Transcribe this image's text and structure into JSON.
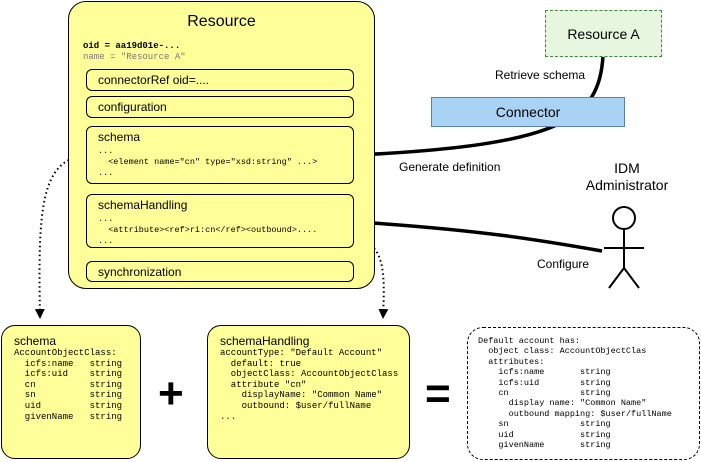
{
  "resource": {
    "title": "Resource",
    "oid_line": "oid = aa19d01e-...",
    "name_line": "name = \"Resource A\"",
    "connector_ref": "connectorRef oid=....",
    "configuration": "configuration",
    "schema": {
      "label": "schema",
      "code": "...\n  <element name=\"cn\" type=\"xsd:string\" ...>\n..."
    },
    "schema_handling": {
      "label": "schemaHandling",
      "code": "...\n  <attribute><ref>ri:cn</ref><outbound>....\n..."
    },
    "synchronization": "synchronization"
  },
  "resource_a": "Resource A",
  "connector": "Connector",
  "labels": {
    "retrieve_schema": "Retrieve schema",
    "generate_definition": "Generate definition",
    "configure": "Configure",
    "idm_line1": "IDM",
    "idm_line2": "Administrator"
  },
  "schema_box": {
    "title": "schema",
    "body": "AccountObjectClass:\n  icfs:name   string\n  icfs:uid    string\n  cn          string\n  sn          string\n  uid         string\n  givenName   string"
  },
  "handling_box": {
    "title": "schemaHandling",
    "body": "accountType: \"Default Account\"\n  default: true\n  objectClass: AccountObjectClass\n  attribute \"cn\"\n    displayName: \"Common Name\"\n    outbound: $user/fullName\n..."
  },
  "result_box": {
    "body": "Default account has:\n  object class: AccountObjectClas\n  attributes:\n    icfs:name       string\n    icfs:uid        string\n    cn              string\n      display name: \"Common Name\"\n      outbound mapping: $user/fullName\n    sn              string\n    uid             string\n    givenName       string"
  },
  "operators": {
    "plus": "+",
    "equals": "="
  },
  "colors": {
    "note_yellow": "#ffff99",
    "connector_blue": "#a9d3f5",
    "resource_a_green": "#e7f7df"
  }
}
